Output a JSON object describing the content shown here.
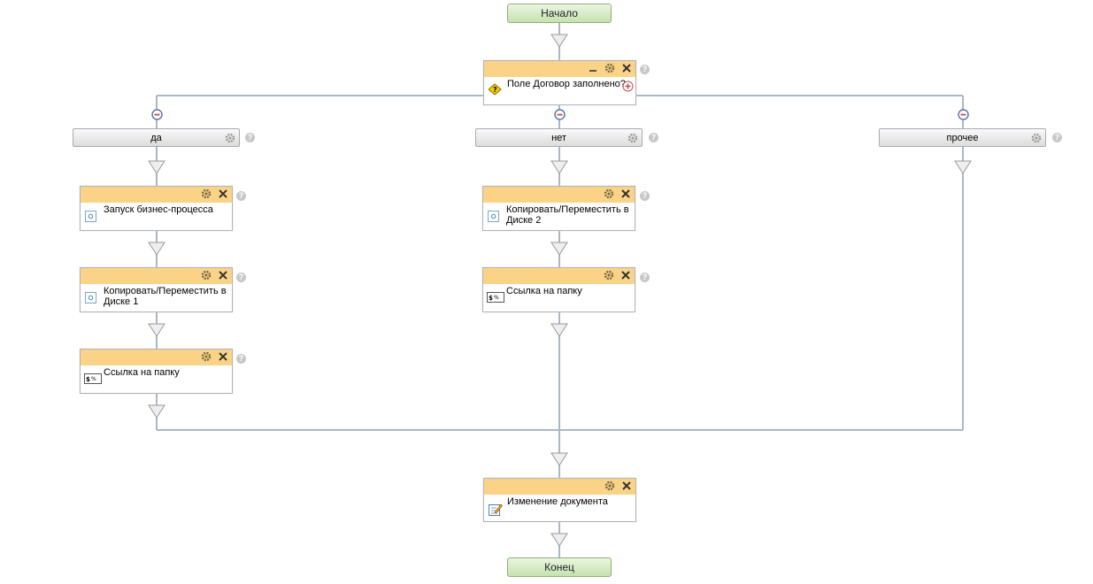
{
  "start_label": "Начало",
  "end_label": "Конец",
  "condition": {
    "title": "Поле Договор заполнено?",
    "icon": "condition-warning-icon"
  },
  "branches": {
    "yes": {
      "label": "да"
    },
    "no": {
      "label": "нет"
    },
    "other": {
      "label": "прочее"
    }
  },
  "blocks": {
    "yes_1": {
      "title": "Запуск бизнес-процесса",
      "icon": "activity-icon"
    },
    "yes_2": {
      "title": "Копировать/Переместить в Диске 1",
      "icon": "activity-icon"
    },
    "yes_3": {
      "title": "Ссылка на папку",
      "icon": "variable-icon"
    },
    "no_1": {
      "title": "Копировать/Переместить в Диске 2",
      "icon": "activity-icon"
    },
    "no_2": {
      "title": "Ссылка на папку",
      "icon": "variable-icon"
    },
    "final": {
      "title": "Изменение документа",
      "icon": "edit-document-icon"
    }
  },
  "help_glyph": "?",
  "colors": {
    "block_header": "#fad387",
    "connector": "#a9b8c8",
    "start_end_fill": "#c6e2b0",
    "remove_icon": "#c0504d"
  }
}
